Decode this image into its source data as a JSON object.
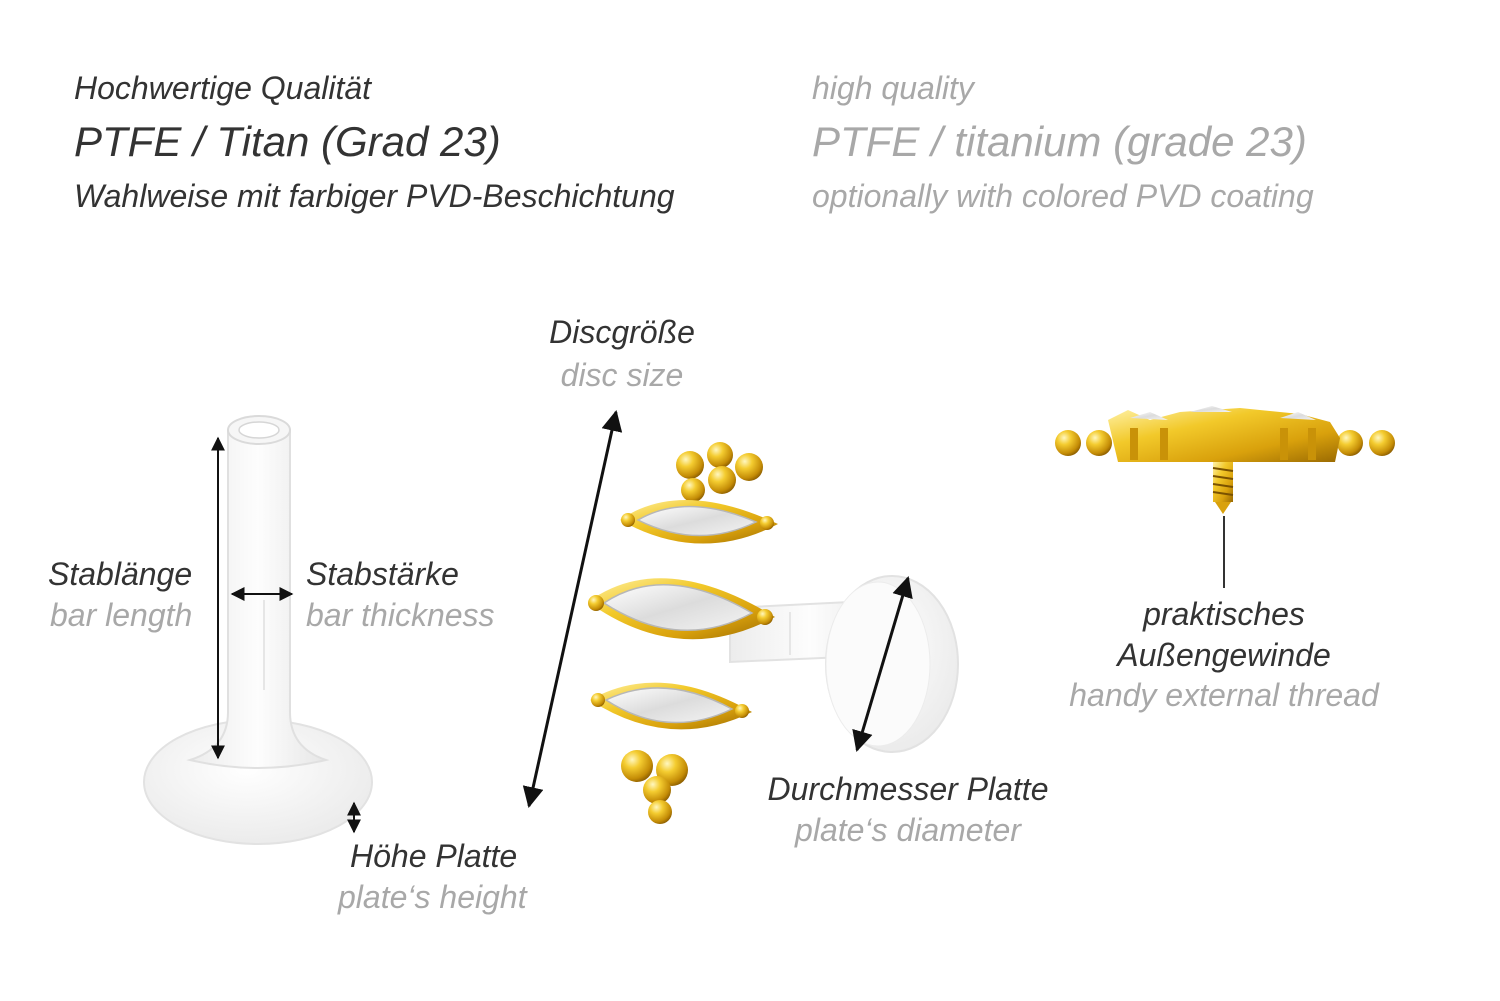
{
  "header": {
    "de": {
      "quality": "Hochwertige Qualität",
      "material": "PTFE / Titan (Grad 23)",
      "coating": "Wahlweise mit farbiger PVD-Beschichtung"
    },
    "en": {
      "quality": "high quality",
      "material": "PTFE / titanium (grade 23)",
      "coating": "optionally with colored PVD coating"
    }
  },
  "labels": {
    "disc_size": {
      "de": "Discgröße",
      "en": "disc size"
    },
    "bar_length": {
      "de": "Stablänge",
      "en": "bar length"
    },
    "bar_thickness": {
      "de": "Stabstärke",
      "en": "bar thickness"
    },
    "plate_height": {
      "de": "Höhe Platte",
      "en": "plate‘s height"
    },
    "plate_diameter": {
      "de": "Durchmesser Platte",
      "en": "plate‘s diameter"
    },
    "thread": {
      "de_line1": "praktisches",
      "de_line2": "Außengewinde",
      "en": "handy external thread"
    }
  },
  "colors": {
    "german_text": "#333333",
    "english_text": "#a8a8a8",
    "gold": "#e9b81a",
    "gold_dark": "#a87a05",
    "ptfe": "#f8f8f8"
  }
}
